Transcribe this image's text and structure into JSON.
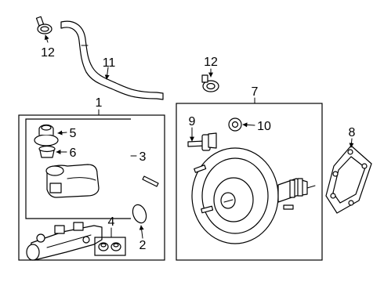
{
  "callouts": {
    "c12a": "12",
    "c11": "11",
    "c12b": "12",
    "c1": "1",
    "c7": "7",
    "c5": "5",
    "c6": "6",
    "c3": "3",
    "c9": "9",
    "c10": "10",
    "c8": "8",
    "c4": "4",
    "c2": "2"
  }
}
